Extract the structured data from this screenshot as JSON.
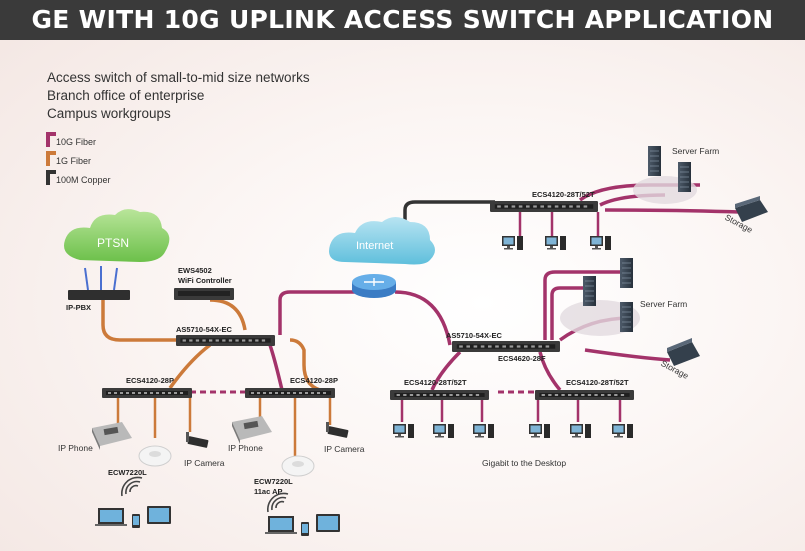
{
  "title": "GE WITH 10G UPLINK ACCESS SWITCH APPLICATION",
  "intro": [
    "Access switch of  small-to-mid size networks",
    "Branch office of enterprise",
    "Campus workgroups"
  ],
  "legend": [
    {
      "label": "10G Fiber",
      "color": "#a3336a"
    },
    {
      "label": "1G Fiber",
      "color": "#cc7a3a"
    },
    {
      "label": "100M Copper",
      "color": "#333333"
    }
  ],
  "clouds": {
    "pstn": "PTSN",
    "internet": "Internet"
  },
  "devices": {
    "ip_pbx": "IP-PBX",
    "ews4502_model": "EWS4502",
    "ews4502_desc": "WiFi Controller",
    "core_left": "AS5710-54X-EC",
    "core_right": "AS5710-54X-EC",
    "aggregation_right": "ECS4620-28F",
    "access_top": "ECS4120-28T/52T",
    "access_left_1": "ECS4120-28P",
    "access_left_2": "ECS4120-28P",
    "access_right_1": "ECS4120-28T/52T",
    "access_right_2": "ECS4120-28T/52T",
    "server_farm_top": "Server Farm",
    "server_farm_mid": "Server Farm",
    "storage_top": "Storage",
    "storage_mid": "Storage",
    "ip_phone_1": "IP Phone",
    "ip_phone_2": "IP Phone",
    "ip_camera_1": "IP Camera",
    "ip_camera_2": "IP Camera",
    "ap_1": "ECW7220L",
    "ap_2_model": "ECW7220L",
    "ap_2_desc": "11ac AP",
    "desktop_caption": "Gigabit to the Desktop"
  }
}
